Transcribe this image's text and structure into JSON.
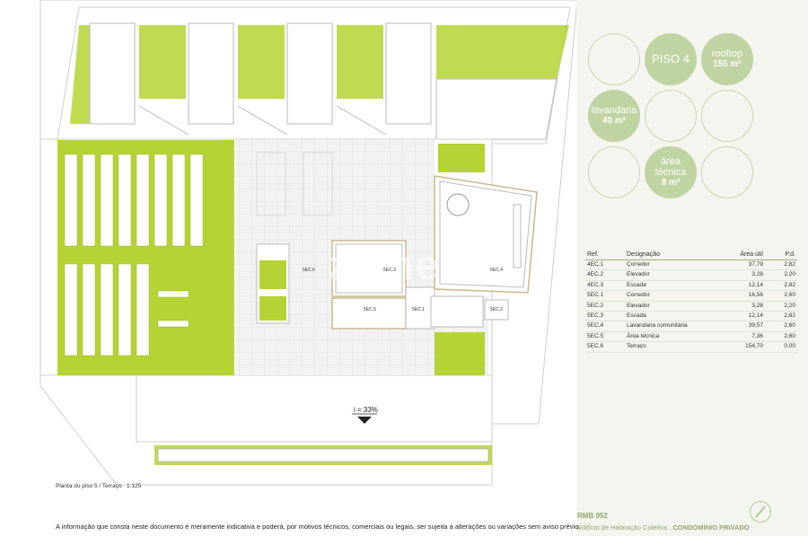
{
  "plan": {
    "title": "Planta do piso 5 / Terraço",
    "scale": "1:125",
    "slope_label": "i = 33%",
    "watermark": "zome",
    "room_labels": {
      "sec6": "5EC.6",
      "sec3": "5EC.3",
      "sec4": "5EC.4",
      "sec5": "5EC.5",
      "sec1": "5EC.1",
      "sec2": "5EC.2"
    }
  },
  "panel": {
    "circles": {
      "piso": {
        "title": "PISO 4"
      },
      "rooftop": {
        "title": "rooftop",
        "value": "155 m²"
      },
      "lavandaria": {
        "title": "lavandaria",
        "value": "40 m²"
      },
      "area_tecnica": {
        "title": "área técnica",
        "value": "8 m²"
      }
    },
    "table": {
      "headers": {
        "ref": "Ref.",
        "designacao": "Designação",
        "area": "Área útil",
        "pd": "P.d."
      },
      "rows": [
        {
          "ref": "4EC.1",
          "designacao": "Corredor",
          "area": "37,79",
          "pd": "2,82"
        },
        {
          "ref": "4EC.2",
          "designacao": "Elevador",
          "area": "3,28",
          "pd": "2,20"
        },
        {
          "ref": "4EC.3",
          "designacao": "Escada",
          "area": "12,14",
          "pd": "2,82"
        },
        {
          "ref": "5EC.1",
          "designacao": "Corredor",
          "area": "16,56",
          "pd": "2,60"
        },
        {
          "ref": "5EC.2",
          "designacao": "Elevador",
          "area": "3,28",
          "pd": "2,20"
        },
        {
          "ref": "5EC.3",
          "designacao": "Escada",
          "area": "12,14",
          "pd": "2,82"
        },
        {
          "ref": "5EC.4",
          "designacao": "Lavandaria comunitária",
          "area": "39,57",
          "pd": "2,60"
        },
        {
          "ref": "5EC.5",
          "designacao": "Área técnica",
          "area": "7,36",
          "pd": "2,60"
        },
        {
          "ref": "5EC.6",
          "designacao": "Terraço",
          "area": "154,70",
          "pd": "0,00"
        }
      ]
    },
    "footer": {
      "ref": "RMB 952",
      "desc_prefix": "Edifício de Habitação Coletiva .",
      "desc_bold": "CONDOMÍNIO PRIVADO"
    }
  },
  "disclaimer": "A informação que consta neste documento é meramente indicativa e poderá, por motivos técnicos, comerciais ou legais, ser sujeita a alterações ou variações sem aviso prévio.",
  "colors": {
    "lime": "#b5d334",
    "panel": "#f3f5ee",
    "circle": "#c0d3a3",
    "accent_text": "#8ea86e"
  }
}
